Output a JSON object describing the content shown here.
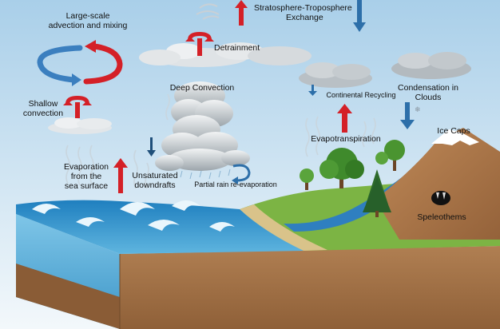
{
  "labels": {
    "large_scale_1": "Large-scale",
    "large_scale_2": "advection and mixing",
    "strat_1": "Stratosphere-Troposphere",
    "strat_2": "Exchange",
    "detrainment": "Detrainment",
    "deep_convection": "Deep Convection",
    "shallow_1": "Shallow",
    "shallow_2": "convection",
    "continental_recycling": "Continental Recycling",
    "condensation_1": "Condensation in",
    "condensation_2": "Clouds",
    "ice_caps": "Ice Caps",
    "evapotranspiration": "Evapotranspiration",
    "evap_1": "Evaporation",
    "evap_2": "from the",
    "evap_3": "sea surface",
    "unsat_1": "Unsaturated",
    "unsat_2": "downdrafts",
    "partial_rain": "Partial rain re-evaporation",
    "speleothems": "Speleothems"
  },
  "colors": {
    "sky_top": "#a9cfe9",
    "sky_bottom": "#eef6fb",
    "ocean": "#2f8fc6",
    "ocean_side": "#62b4dc",
    "soil": "#a06f45",
    "soil_top": "#b98a5c",
    "grass": "#6fae3b",
    "mountain": "#b07a4c",
    "river": "#2f7fc0",
    "arrow_red": "#d42027",
    "arrow_blue": "#2d6fa9",
    "cloud": "#d9dde0",
    "cloud_dark": "#9aa3a9"
  }
}
